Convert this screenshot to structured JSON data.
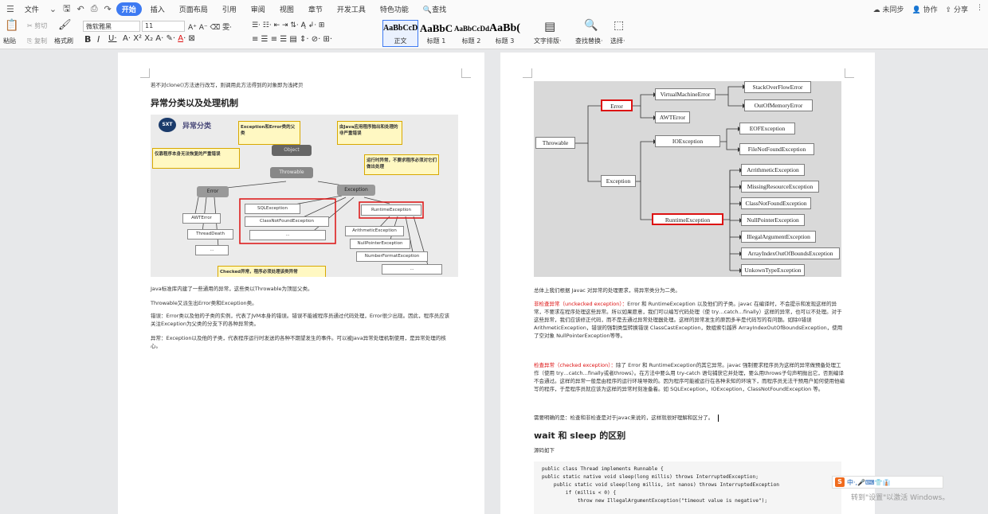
{
  "menu": {
    "file": "文件",
    "items": [
      "开始",
      "插入",
      "页面布局",
      "引用",
      "审阅",
      "视图",
      "章节",
      "开发工具",
      "特色功能"
    ],
    "search": "查找",
    "sync": "未同步",
    "collab": "协作",
    "share": "分享"
  },
  "ribbon": {
    "paste": "粘贴",
    "cut": "剪切",
    "copy": "复制",
    "format_painter": "格式刷",
    "font": "微软雅黑",
    "size": "11",
    "styles": [
      {
        "sample": "AaBbCcD",
        "label": "正文"
      },
      {
        "sample": "AaBbC",
        "label": "标题 1"
      },
      {
        "sample": "AaBbCcDd",
        "label": "标题 2"
      },
      {
        "sample": "AaBb(",
        "label": "标题 3"
      }
    ],
    "text_layout": "文字排版",
    "find_replace": "查找替换",
    "select": "选择"
  },
  "left": {
    "intro": "若不对clone()方法进行改写，则调用此方法得到的对象即为浅拷贝",
    "heading": "异常分类以及处理机制",
    "img_logo": "SXT",
    "img_title": "异常分类",
    "img_bubbles": [
      "Exception和Error类的父类",
      "由Java应用程序抛出和处理的非严重错误",
      "仅靠程序本身无法恢复的严重错误",
      "运行时异常，不要求程序必须对它们做出处理",
      "Checked异常，程序必须处理该类异常"
    ],
    "img_nodes": {
      "object": "Object",
      "throwable": "Throwable",
      "error": "Error",
      "exception": "Exception",
      "sql": "SQLException",
      "cnf": "ClassNotFoundException",
      "dots": "...",
      "awt": "AWTError",
      "thread": "ThreadDeath",
      "rte": "RuntimeException",
      "arith": "ArithmeticException",
      "npe": "NullPointerException",
      "nfe": "NumberFormatException"
    },
    "paras": [
      "Java标准库内建了一些通用的异常，这些类以Throwable为顶层父类。",
      "Throwable又派生出Error类和Exception类。",
      "错误：Error类以及他的子类的实例，代表了JVM本身的错误。错误不能被程序员通过代码处理，Error很少出现。因此，程序员应该关注Exception为父类的分支下的各种异常类。",
      "异常：Exception以及他的子类，代表程序运行时发送的各种不期望发生的事件。可以被Java异常处理机制使用，是异常处理的核心。"
    ]
  },
  "right": {
    "tree": {
      "throwable": "Throwable",
      "error": "Error",
      "exception": "Exception",
      "vme": "VirtualMachineError",
      "awt": "AWTError",
      "soe": "StackOverFlowError",
      "oom": "OutOfMemoryError",
      "io": "IOException",
      "eof": "EOFException",
      "fnf": "FileNotFoundException",
      "rte": "RuntimeException",
      "list": [
        "ArrithmeticException",
        "MissingResourceException",
        "ClassNotFoundException",
        "NullPointerException",
        "IllegalArgumentException",
        "ArrayIndexOutOfBoundsException",
        "UnkownTypeException"
      ]
    },
    "summary": "总体上我们根据 Javac 对异常的处理要求，将异常类分为二类。",
    "unchecked_title": "非检查异常（unckecked exception）：",
    "unchecked_body": "Error 和 RuntimeException 以及他们的子类。javac 在编译时，不会提示和发现这样的异常，不要求在程序处理这些异常。所以如果愿意，我们可以编写代码处理（使 try…catch…finally）这样的异常，也可以不处理。对于这些异常，我们应该修正代码，而不是去通过异常处理器处理。这样的异常发生的原因多半是代码写的有问题。如除0错误ArithmeticException，错误的强制类型转换错误 ClassCastException，数组索引越界 ArrayIndexOutOfBoundsException，使用了空对象 NullPointerException等等。",
    "checked_title": "检查异常（checked exception）：",
    "checked_body": "除了 Error 和 RuntimeException的其它异常。javac 强制要求程序员为这样的异常做预备处理工作（使用 try…catch…finally或者throws）。在方法中要么用 try-catch 语句捕获它并处理，要么用throws子句声明抛出它，否则编译不会通过。这样的异常一般是由程序的运行环境导致的。因为程序可能被运行在各种未知的环境下，而程序员无法干预用户如何使用他编写的程序，于是程序员就应该为这样的异常时刻准备着。如 SQLException，IOException，ClassNotFoundException 等。",
    "note": "需要明确的是：检查和非检查是对于javac来说的，这样就很好理解和区分了。",
    "heading": "wait 和 sleep 的区别",
    "source": "源码如下",
    "code": [
      "public class Thread implements Runnable {",
      "public static native void sleep(long millis) throws InterruptedException;",
      "    public static void sleep(long millis, int nanos) throws InterruptedException",
      "        if (millis < 0) {",
      "            throw new IllegalArgumentException(\"timeout value is negative\");"
    ]
  },
  "watermark": {
    "tray": "中·,🎤⌨👕👔",
    "text": "转到\"设置\"以激活 Windows。"
  }
}
